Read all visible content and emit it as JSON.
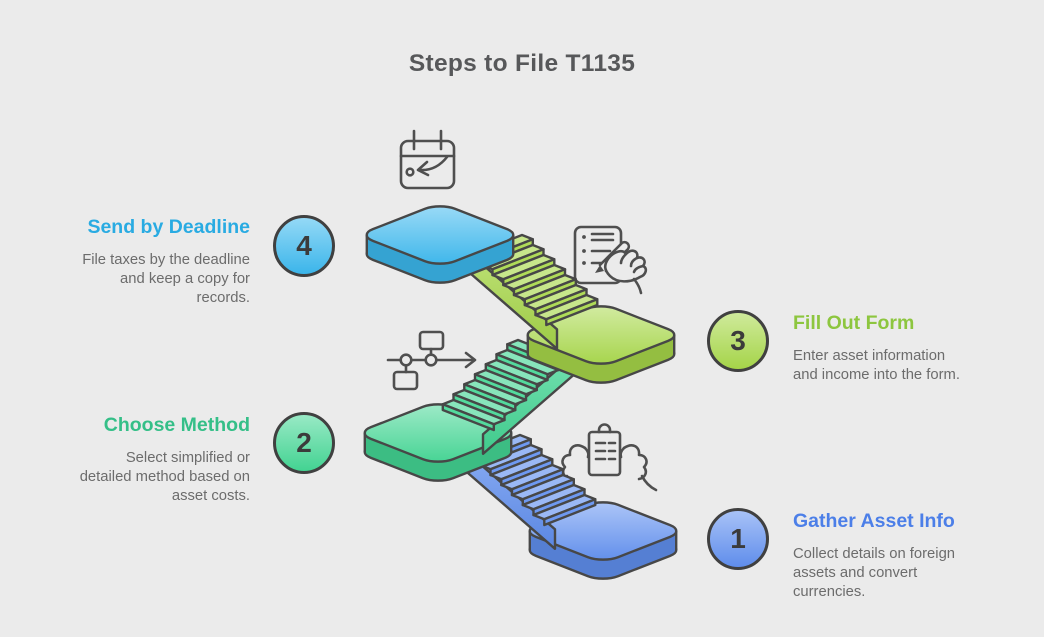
{
  "title": "Steps to File T1135",
  "colors": {
    "background": "#ebebeb",
    "outline": "#474747",
    "title_text": "#57585a",
    "body_text": "#6c6c6c"
  },
  "steps": [
    {
      "number": "1",
      "heading": "Gather Asset Info",
      "description": "Collect details on foreign assets and convert currencies.",
      "heading_color": "#4c7fe8",
      "accent_color": "#6190f0",
      "icon": "hands-holding-document-icon",
      "side": "right"
    },
    {
      "number": "2",
      "heading": "Choose Method",
      "description": "Select simplified or detailed method based on asset costs.",
      "heading_color": "#35bf88",
      "accent_color": "#44d795",
      "icon": "flowchart-icon",
      "side": "left"
    },
    {
      "number": "3",
      "heading": "Fill Out Form",
      "description": "Enter asset information and income into the form.",
      "heading_color": "#8dc63f",
      "accent_color": "#a8d84a",
      "icon": "form-pen-icon",
      "side": "right"
    },
    {
      "number": "4",
      "heading": "Send by Deadline",
      "description": "File taxes by the deadline and keep a copy for records.",
      "heading_color": "#29abe2",
      "accent_color": "#3cb9ef",
      "icon": "calendar-deadline-icon",
      "side": "left"
    }
  ]
}
